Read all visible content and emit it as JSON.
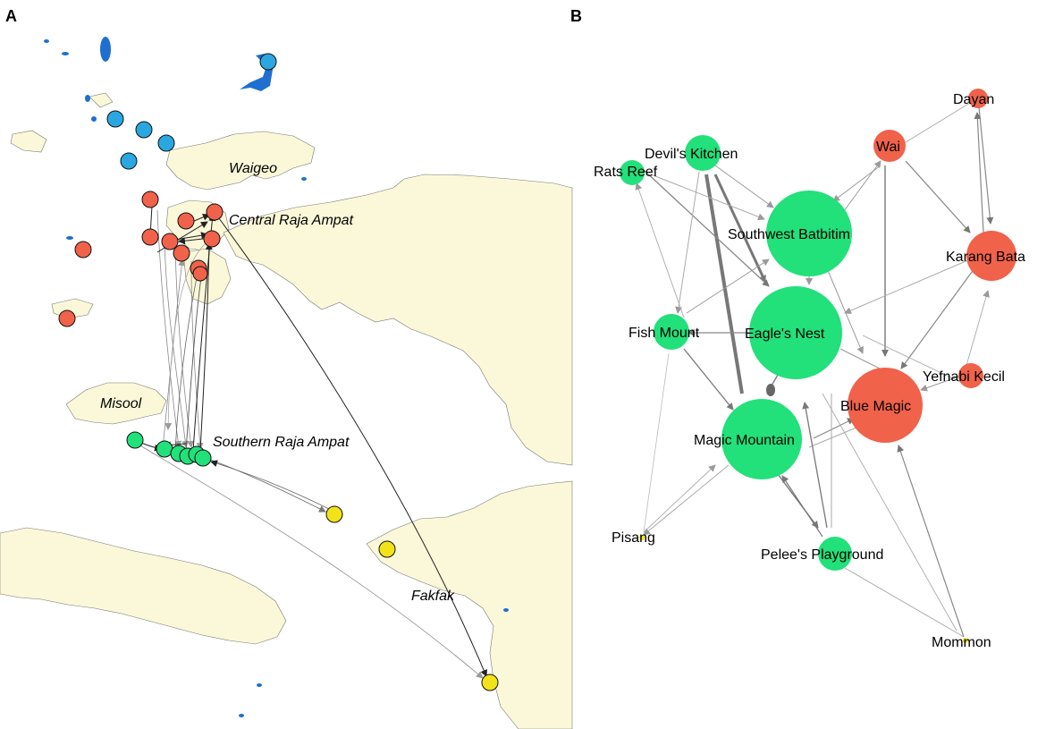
{
  "panels": {
    "a": {
      "letter": "A"
    },
    "b": {
      "letter": "B"
    }
  },
  "map_labels": {
    "waigeo": "Waigeo",
    "central": "Central Raja Ampat",
    "misool": "Misool",
    "southern": "Southern Raja Ampat",
    "fakfak": "Fakfak"
  },
  "colors": {
    "north": "#2aa7e0",
    "central": "#f0624a",
    "southern": "#22e07a",
    "fakfak": "#f2e21a",
    "land": "#fbf8d9",
    "reef": "#1f6fd1"
  },
  "network": {
    "nodes": [
      {
        "id": "devils_kitchen",
        "label": "Devil's Kitchen",
        "region": "southern"
      },
      {
        "id": "rats_reef",
        "label": "Rats Reef",
        "region": "southern"
      },
      {
        "id": "southwest_batbitim",
        "label": "Southwest Batbitim",
        "region": "southern"
      },
      {
        "id": "eagles_nest",
        "label": "Eagle's Nest",
        "region": "southern"
      },
      {
        "id": "fish_mount",
        "label": "Fish Mount",
        "region": "southern"
      },
      {
        "id": "magic_mountain",
        "label": "Magic Mountain",
        "region": "southern"
      },
      {
        "id": "pelees_playground",
        "label": "Pelee's Playground",
        "region": "southern"
      },
      {
        "id": "pisang",
        "label": "Pisang",
        "region": "fakfak"
      },
      {
        "id": "mommon",
        "label": "Mommon",
        "region": "fakfak"
      },
      {
        "id": "dayan",
        "label": "Dayan",
        "region": "central"
      },
      {
        "id": "wai",
        "label": "Wai",
        "region": "central"
      },
      {
        "id": "karang_bata",
        "label": "Karang Bata",
        "region": "central"
      },
      {
        "id": "yefnabi_kecil",
        "label": "Yefnabi Kecil",
        "region": "central"
      },
      {
        "id": "blue_magic",
        "label": "Blue Magic",
        "region": "central"
      }
    ]
  }
}
